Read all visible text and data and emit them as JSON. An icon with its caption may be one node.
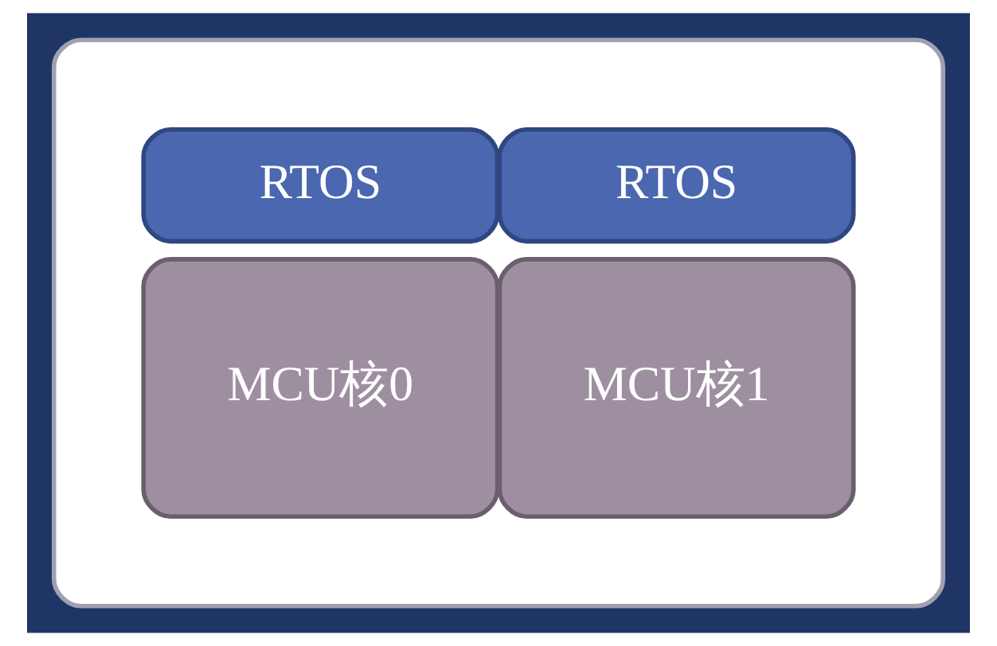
{
  "diagram": {
    "nodes": [
      {
        "text": [],
        "shape": "box"
      },
      {
        "text": [
          "RTOS"
        ],
        "in": 0
      },
      {
        "text": [
          "RTOS"
        ],
        "in": 0
      },
      {
        "text": [
          "MCU核0"
        ],
        "in": 0
      },
      {
        "text": [
          "MCU核1"
        ],
        "in": 0
      }
    ],
    "edges": []
  }
}
